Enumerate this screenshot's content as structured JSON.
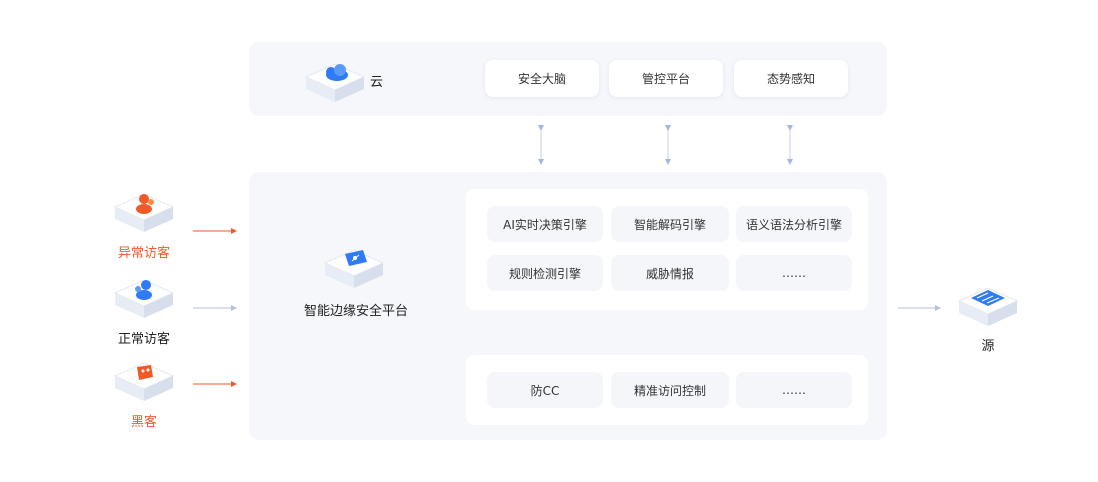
{
  "colors": {
    "panel_bg": "#f5f7fb",
    "accent_blue": "#2f7bf5",
    "accent_orange": "#f05a28",
    "arrow_gray": "#b7bfd4",
    "arrow_orange": "#f05a28",
    "connector": "#c9cde8"
  },
  "cloud": {
    "label": "云",
    "icon": "cloud-icon",
    "modules": [
      "安全大脑",
      "管控平台",
      "态势感知"
    ]
  },
  "platform": {
    "label": "智能边缘安全平台",
    "icon": "platform-icon",
    "engines": [
      "AI实时决策引擎",
      "智能解码引擎",
      "语义语法分析引擎",
      "规则检测引擎",
      "威胁情报",
      "……"
    ],
    "protections": [
      "防CC",
      "精准访问控制",
      "……"
    ]
  },
  "visitors": [
    {
      "label": "异常访客",
      "icon": "abnormal-visitor-icon",
      "color": "#f05a28"
    },
    {
      "label": "正常访客",
      "icon": "normal-visitor-icon",
      "color": "#222222"
    },
    {
      "label": "黑客",
      "icon": "hacker-icon",
      "color": "#f05a28"
    }
  ],
  "origin": {
    "label": "源",
    "icon": "server-icon"
  }
}
